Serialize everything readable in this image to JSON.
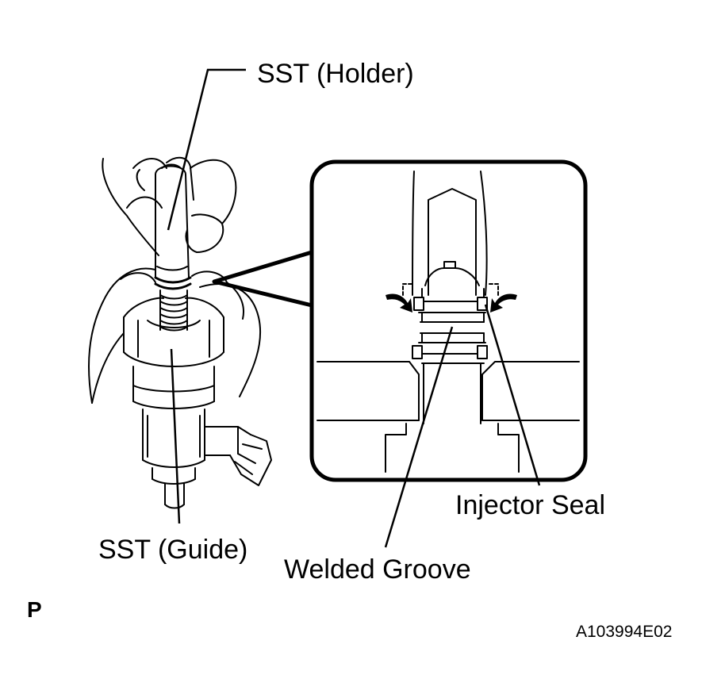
{
  "labels": {
    "sst_holder": "SST (Holder)",
    "sst_guide": "SST (Guide)",
    "injector_seal": "Injector Seal",
    "welded_groove": "Welded Groove"
  },
  "corner_tag": "P",
  "figure_id": "A103994E02"
}
